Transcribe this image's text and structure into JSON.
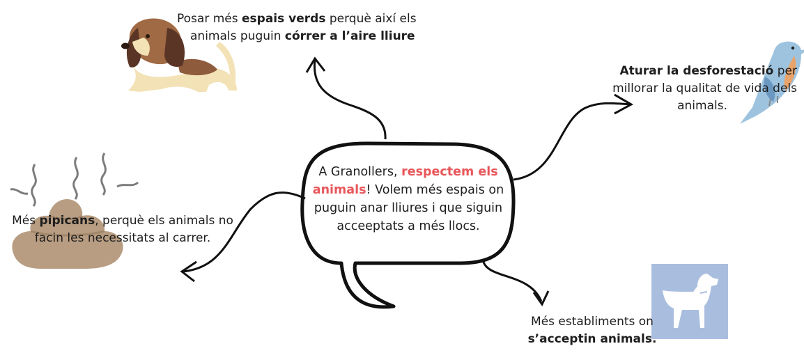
{
  "center": {
    "line1_prefix": "A Granollers, ",
    "line1_highlight": "respectem els",
    "line2_highlight": "animals",
    "line2_rest": "! Volem més espais on",
    "line3": "puguin anar lliures i que siguin",
    "line4": "acceeptats a més llocs."
  },
  "top": {
    "p1": "Posar més ",
    "b1": "espais verds",
    "p2": " perquè així els",
    "p3": "animals puguin ",
    "b2": "córrer a l’aire lliure"
  },
  "right": {
    "b1": "Aturar la desforestació",
    "p1": " per",
    "p2": "millorar la qualitat de vida dels",
    "p3": "animals."
  },
  "left": {
    "p1": "Més ",
    "b1": "pipicans",
    "p2": ", perquè els animals no",
    "p3": "facin les necessitats al carrer."
  },
  "bottom": {
    "p1": "Més establiments on",
    "b1": "s’acceptin animals."
  },
  "colors": {
    "highlight": "#e8575b",
    "dog_box": "#a9bedf"
  },
  "icons": [
    "beagle-dog-icon",
    "bird-icon",
    "poop-icon",
    "dog-silhouette-icon"
  ]
}
